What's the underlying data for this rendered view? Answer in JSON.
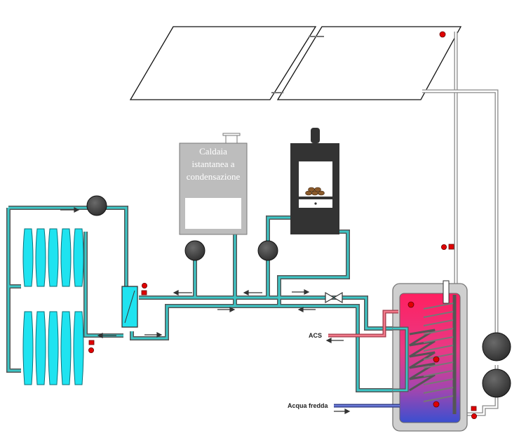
{
  "colors": {
    "pipe_outer": "#555555",
    "pipe_inner": "#3cc6c6",
    "radiator": "#1fe3f0",
    "pump": "#444444",
    "sensor": "#e00000",
    "boiler_body": "#bdbdbd",
    "stove_body": "#333333",
    "tank_shell": "#cfcfcf",
    "tank_hot": "#ff2a6d",
    "tank_cold": "#3a4fd0",
    "dhw_pipe": "#e0606e",
    "cold_pipe": "#3a49a8"
  },
  "boiler": {
    "label_line1": "Caldaia",
    "label_line2": "istantanea a",
    "label_line3": "condensazione"
  },
  "labels": {
    "acs": "ACS",
    "cold_water": "Acqua fredda"
  },
  "icons": {
    "pump": "circulation-pump-icon",
    "valve": "gate-valve-icon",
    "sensor": "temperature-sensor-icon",
    "flow_arrow": "flow-arrow-icon"
  }
}
